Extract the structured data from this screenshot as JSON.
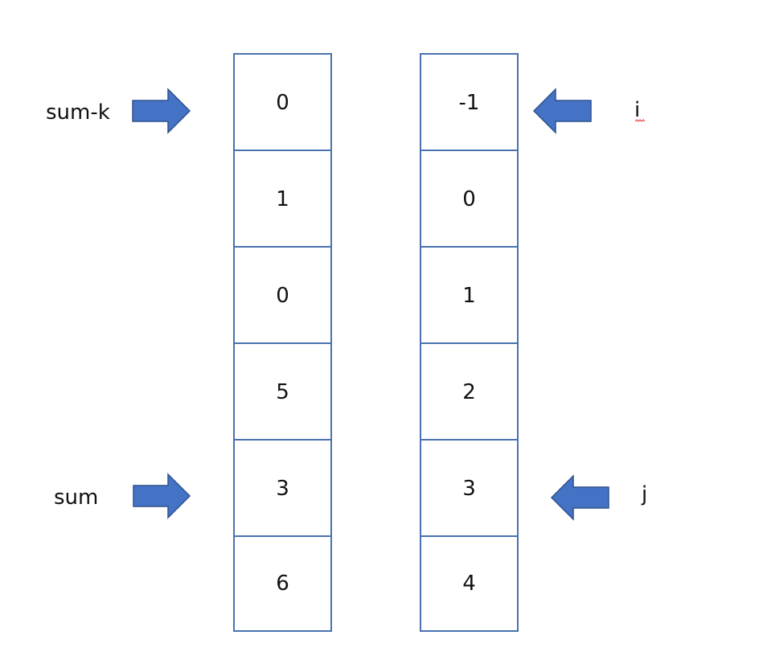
{
  "colors": {
    "box_border": "#4a72b0",
    "arrow_fill": "#4472c4",
    "arrow_stroke": "#2f528f",
    "text": "#111111"
  },
  "left_column": {
    "cells": [
      "0",
      "1",
      "0",
      "5",
      "3",
      "6"
    ]
  },
  "right_column": {
    "cells": [
      "-1",
      "0",
      "1",
      "2",
      "3",
      "4"
    ]
  },
  "pointers": {
    "sum_minus_k": {
      "label": "sum-k",
      "icon": "arrow-right-icon"
    },
    "sum": {
      "label": "sum",
      "icon": "arrow-right-icon"
    },
    "i": {
      "label": "i",
      "icon": "arrow-left-icon"
    },
    "j": {
      "label": "j",
      "icon": "arrow-left-icon"
    }
  }
}
